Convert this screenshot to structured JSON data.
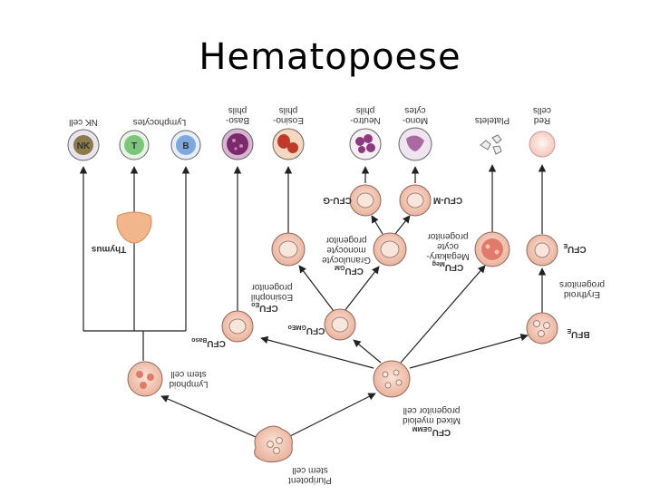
{
  "title": "Hematopoese",
  "top_labels": {
    "nk": "NK cell",
    "lymphocytes": "Lymphocytes",
    "basophils_1": "Baso-",
    "basophils_2": "phils",
    "eosinophils_1": "Eosino-",
    "eosinophils_2": "phils",
    "neutrophils_1": "Neutro-",
    "neutrophils_2": "phils",
    "monocytes_1": "Mono-",
    "monocytes_2": "cytes",
    "platelets": "Platelets",
    "red_cells_1": "Red",
    "red_cells_2": "cells"
  },
  "cell_letters": {
    "nk": "NK",
    "t": "T",
    "b": "B"
  },
  "labels": {
    "thymus": "Thymus",
    "cfu_g": "CFU-G",
    "cfu_m": "CFU-M",
    "cfu_gm": "CFU",
    "cfu_gm_sub": "GM",
    "gm_prog_1": "Granulocyte",
    "gm_prog_2": "monocyte",
    "gm_prog_3": "progenitor",
    "cfu_eo": "CFU",
    "cfu_eo_sub": "Eo",
    "eo_prog_1": "Eosinophil",
    "eo_prog_2": "progenitor",
    "cfu_meg": "CFU",
    "cfu_meg_sub": "Meg",
    "meg_prog_1": "Megakary-",
    "meg_prog_2": "ocyte",
    "meg_prog_3": "progenitor",
    "cfu_e": "CFU",
    "cfu_e_sub": "E",
    "ery_prog_1": "Erythroid",
    "ery_prog_2": "progenitors",
    "cfu_baso": "CFU",
    "cfu_baso_sub": "Baso",
    "cfu_gmeo": "CFU",
    "cfu_gmeo_sub": "GMEo",
    "bfu_e": "BFU",
    "bfu_e_sub": "E",
    "lymphoid_1": "Lymphoid",
    "lymphoid_2": "stem cell",
    "cfu_gemm": "CFU",
    "cfu_gemm_sub": "GEMM",
    "myeloid_1": "Mixed myeloid",
    "myeloid_2": "progenitor cell",
    "pluri_1": "Pluripotent",
    "pluri_2": "stem cell"
  },
  "colors": {
    "progenitor_fill": "#f4c9b8",
    "progenitor_stroke": "#8c6a5e",
    "basophil": "#7a2a6a",
    "eosinophil": "#c0392b",
    "neutrophil": "#8e3a7e",
    "monocyte": "#a86aa0",
    "t_cell": "#7bc67b",
    "b_cell": "#7fa8dc",
    "nk_cell": "#8b7a4a",
    "thymus": "#f3b58a",
    "arrow": "#222222"
  }
}
